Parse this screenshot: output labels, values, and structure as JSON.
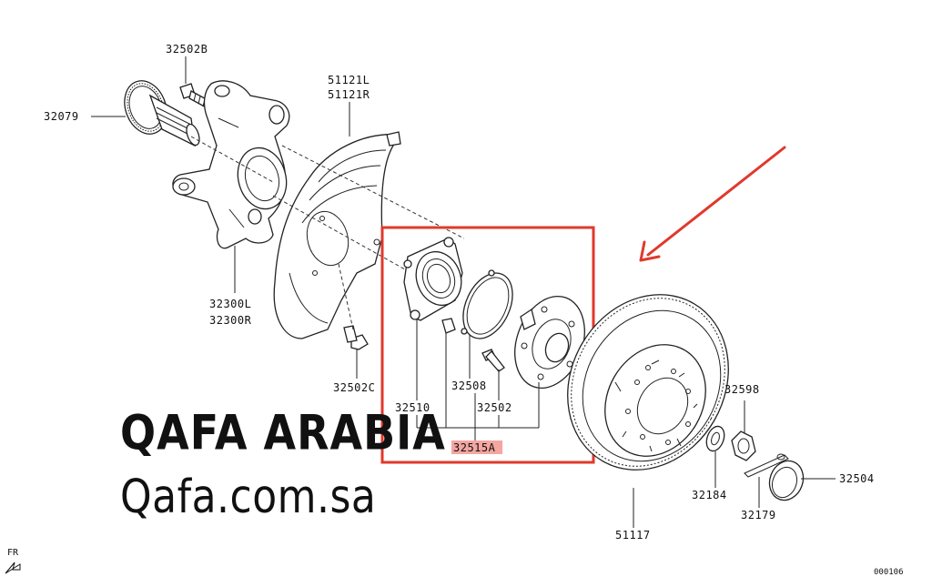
{
  "diagram": {
    "part_labels": {
      "p32502B": "32502B",
      "p32079": "32079",
      "p51121L": "51121L",
      "p51121R": "51121R",
      "p32300L": "32300L",
      "p32300R": "32300R",
      "p32502C": "32502C",
      "p32510": "32510",
      "p32508": "32508",
      "p32502": "32502",
      "p32515A": "32515A",
      "p32598": "32598",
      "p32504": "32504",
      "p32184": "32184",
      "p32179": "32179",
      "p51117": "51117"
    },
    "orientation_label": "FR",
    "diagram_code": "000106"
  },
  "watermark": {
    "line1": "QAFA ARABIA",
    "line2": "Qafa.com.sa"
  },
  "colors": {
    "highlight_box": "#e0392b",
    "arrow": "#e0392b",
    "label_highlight": "#f4a6a0",
    "line_art": "#222222"
  },
  "icons": {
    "arrow": "red-pointer-arrow",
    "orientation": "fr-direction-arrow-icon"
  }
}
